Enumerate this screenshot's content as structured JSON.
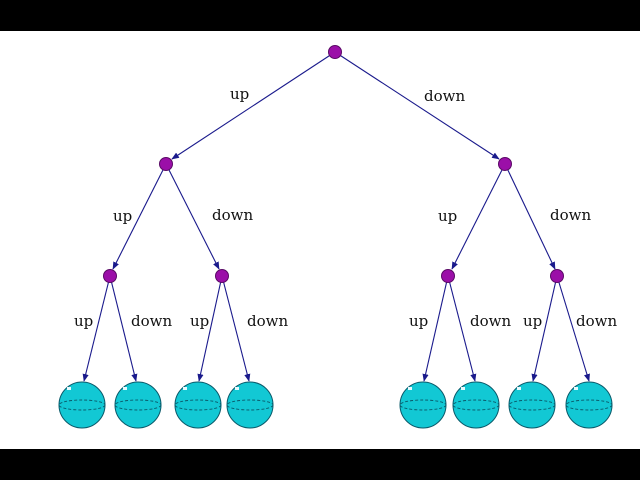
{
  "edge_labels": {
    "up": "up",
    "down": "down"
  },
  "colors": {
    "background": "#ffffff",
    "frame": "#000000",
    "node": "#9b0fa8",
    "edge": "#1a1a8c",
    "leaf_ball": "#12c8d4"
  },
  "diagram": {
    "type": "binary-tree",
    "levels": 4,
    "leaf_count": 8,
    "node_icon": "purple-circle",
    "leaf_icon": "cyan-sphere"
  }
}
